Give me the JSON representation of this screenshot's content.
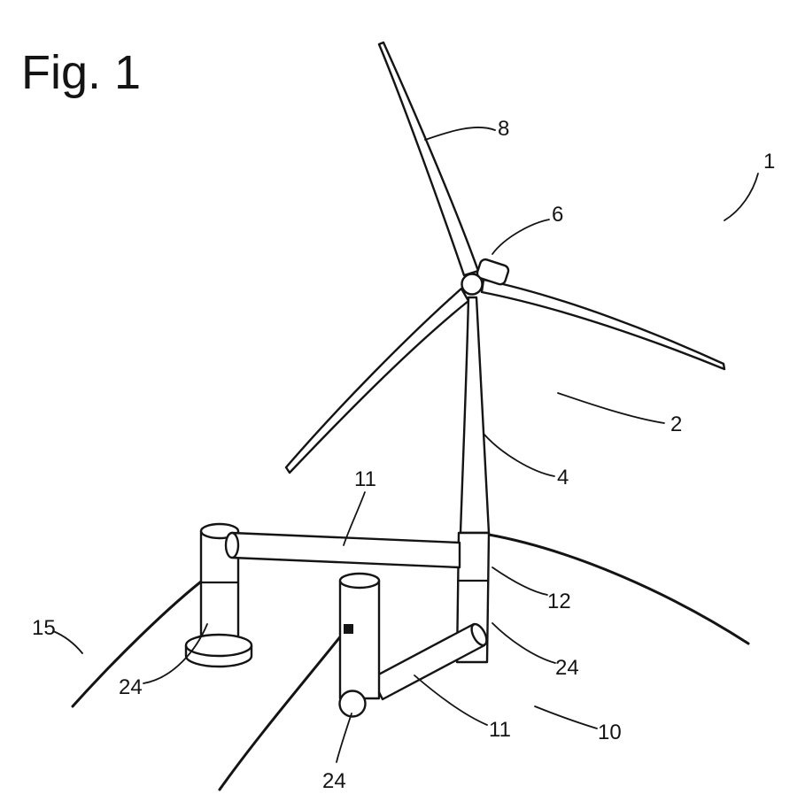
{
  "figure": {
    "title": "Fig. 1",
    "ref_labels": [
      "8",
      "6",
      "1",
      "2",
      "4",
      "11",
      "15",
      "24",
      "12",
      "24",
      "11",
      "10",
      "24"
    ]
  },
  "colors": {
    "ink": "#141414",
    "background": "#ffffff"
  }
}
